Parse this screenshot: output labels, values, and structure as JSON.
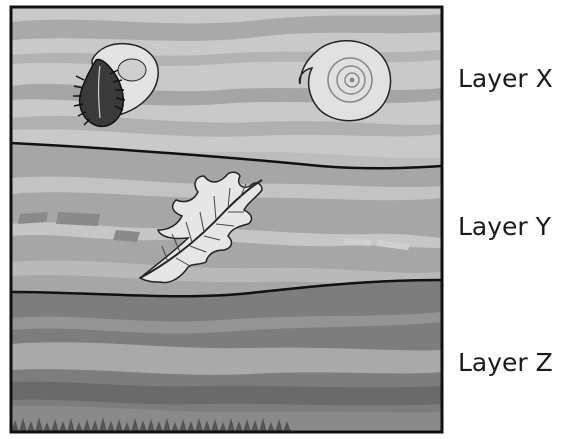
{
  "layers": [
    {
      "id": "x",
      "label": "Layer X",
      "fossils": [
        "trilobite",
        "ammonite"
      ]
    },
    {
      "id": "y",
      "label": "Layer Y",
      "fossils": [
        "fern-leaf"
      ]
    },
    {
      "id": "z",
      "label": "Layer Z",
      "fossils": []
    }
  ],
  "colors": {
    "layer_x_base": "#c9c9c9",
    "layer_x_band": "#a7a7a7",
    "layer_y_base": "#a6a6a6",
    "layer_y_band": "#c4c4c4",
    "layer_z_base": "#7d7d7d",
    "layer_z_band": "#a8a8a8",
    "outline": "#111111",
    "fossil_fill": "#e6e6e6"
  }
}
